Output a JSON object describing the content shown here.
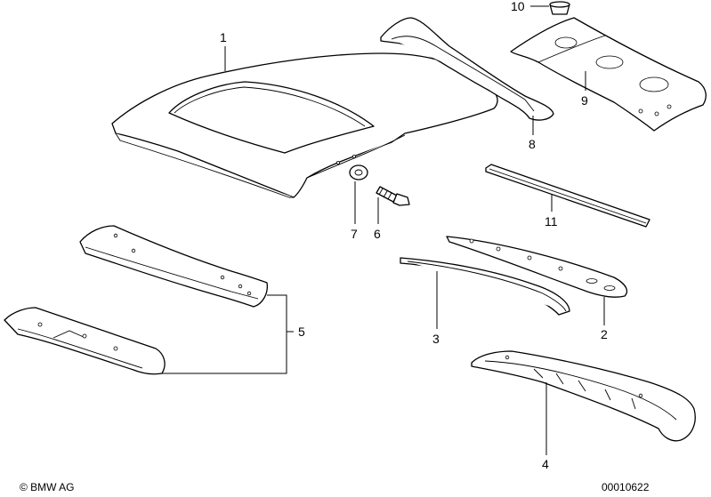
{
  "callouts": {
    "c1": "1",
    "c2": "2",
    "c3": "3",
    "c4": "4",
    "c5": "5",
    "c6": "6",
    "c7": "7",
    "c8": "8",
    "c9": "9",
    "c10": "10",
    "c11": "11"
  },
  "footer": {
    "copyright": "© BMW AG",
    "diagram_id": "00010622"
  }
}
